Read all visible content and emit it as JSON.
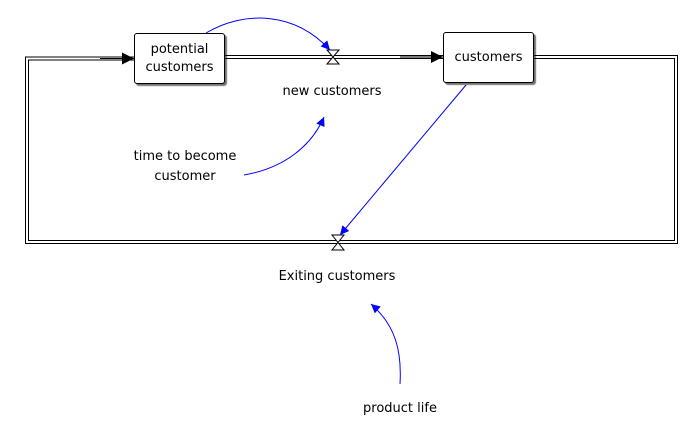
{
  "diagram": {
    "stocks": {
      "potential_customers": "potential\ncustomers",
      "customers": "customers"
    },
    "flows": {
      "new_customers": "new customers",
      "exiting_customers": "Exiting customers"
    },
    "auxiliaries": {
      "time_to_become_customer": "time to become\ncustomer",
      "product_life": "product life"
    },
    "colors": {
      "flow_pipe": "#000000",
      "causal_link": "#0000ff",
      "stock_border": "#000000",
      "background": "#ffffff"
    }
  }
}
